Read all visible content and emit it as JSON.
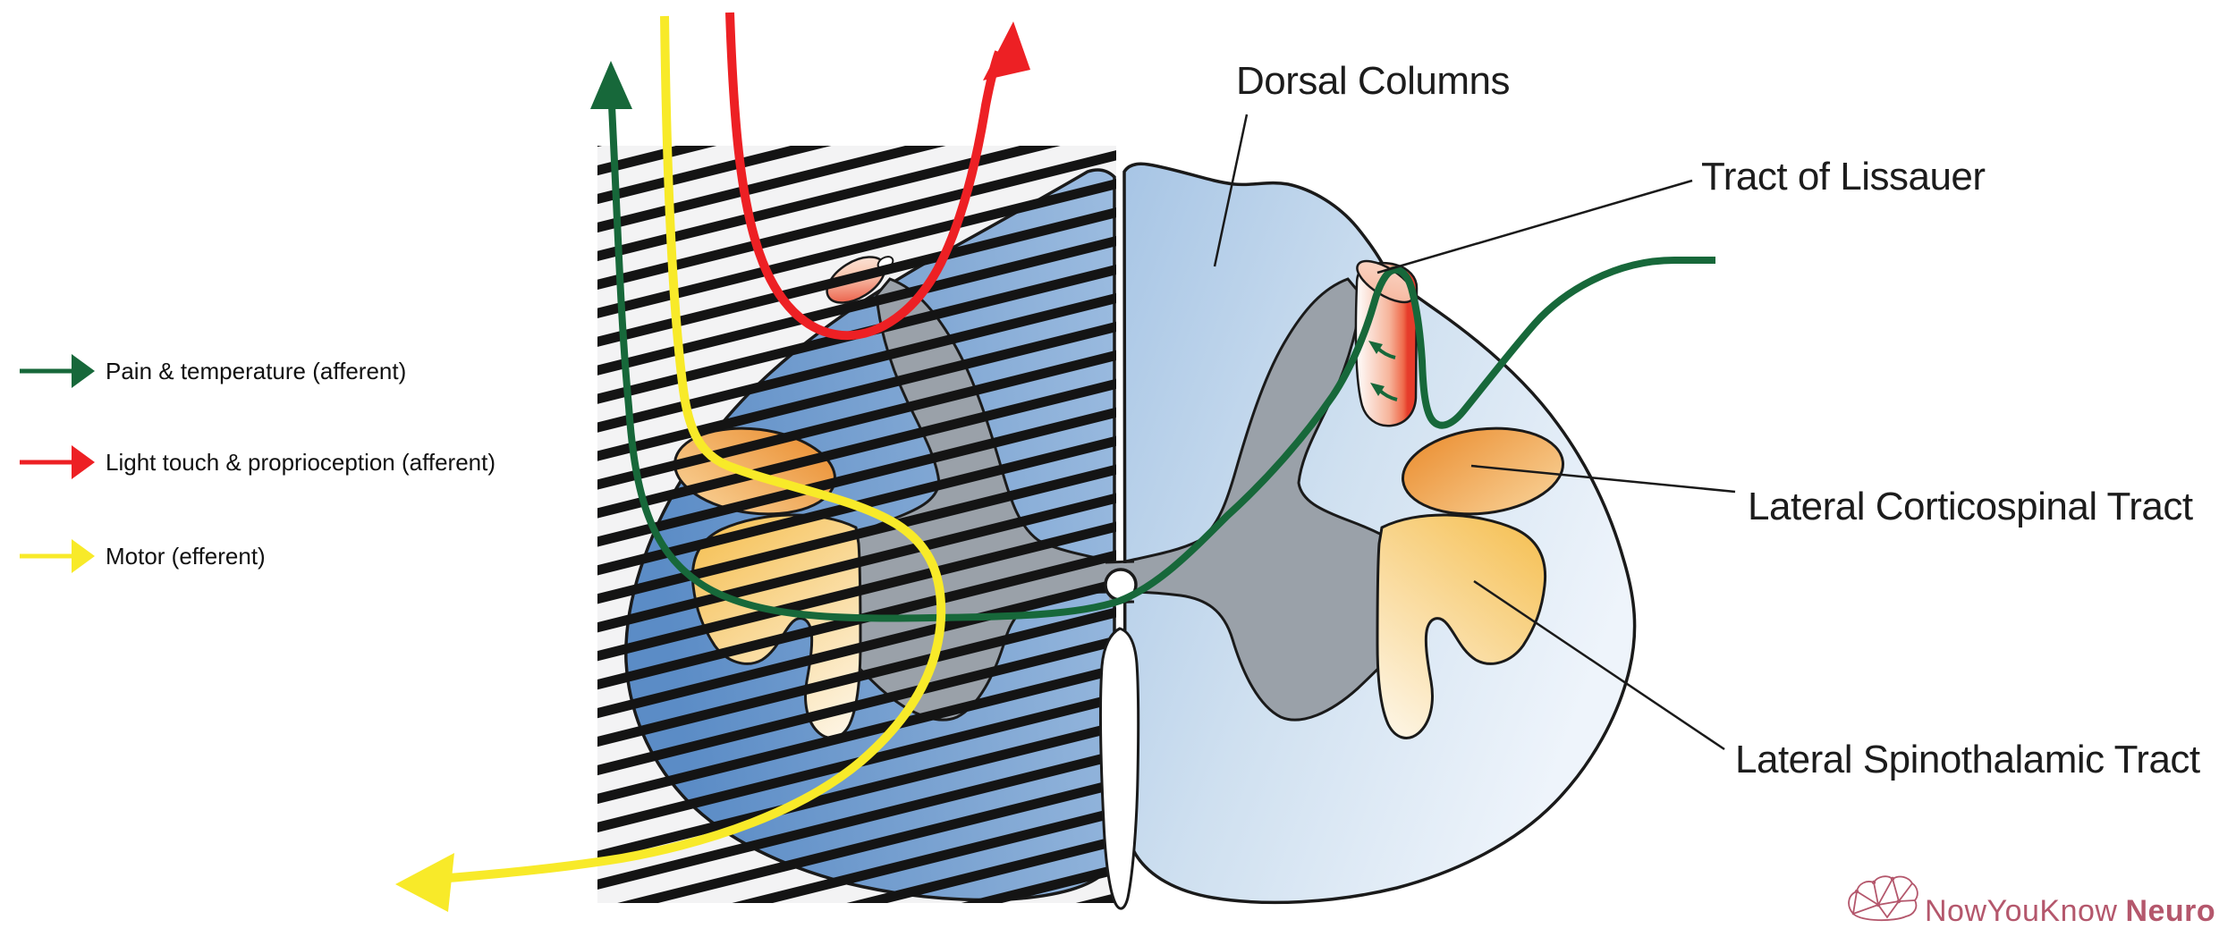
{
  "diagram": {
    "title_context": "spinal cord cross-section pathways",
    "labels": {
      "dorsal_columns": "Dorsal Columns",
      "tract_of_lissauer": "Tract of Lissauer",
      "lateral_corticospinal_tract": "Lateral Corticospinal Tract",
      "lateral_spinothalamic_tract": "Lateral Spinothalamic Tract"
    }
  },
  "legend": {
    "items": [
      {
        "label": "Pain & temperature (afferent)",
        "color": "#17683a"
      },
      {
        "label": "Light touch & proprioception (afferent)",
        "color": "#ed2024"
      },
      {
        "label": "Motor (efferent)",
        "color": "#f8ea29"
      }
    ]
  },
  "logo": {
    "brand": "NowYouKnow",
    "product": "Neuro",
    "color": "#b4576c"
  },
  "colors": {
    "pathway_green": "#17683a",
    "pathway_red": "#ed2024",
    "pathway_yellow": "#f8ea29",
    "cord_blue_right_light": "#eef4fb",
    "cord_blue_right_dark": "#a7c5e5",
    "cord_blue_left_dark": "#5b8cc6",
    "cord_blue_left_light": "#9cbce0",
    "gray_matter": "#9aa1a9",
    "corticospinal_orange": "#ea8c2e",
    "spinothalamic_yellow": "#f6c35c",
    "lissauer_red": "#e63c2b",
    "hatch_background": "#f3f3f4",
    "hatch_stripe": "#141414"
  }
}
